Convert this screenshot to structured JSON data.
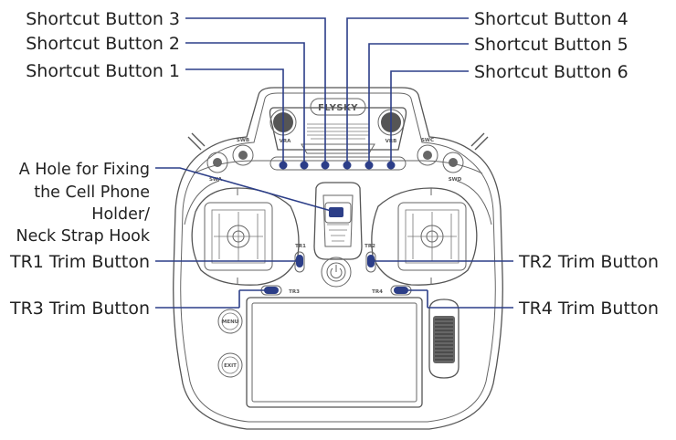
{
  "labels": {
    "sc3": "Shortcut Button 3",
    "sc2": "Shortcut Button 2",
    "sc1": "Shortcut Button 1",
    "sc4": "Shortcut Button 4",
    "sc5": "Shortcut Button 5",
    "sc6": "Shortcut Button 6",
    "hole_line1": "A Hole for Fixing",
    "hole_line2": "the Cell Phone",
    "hole_line3": "Holder/",
    "hole_line4": "Neck Strap Hook",
    "tr1": "TR1 Trim Button",
    "tr2": "TR2 Trim Button",
    "tr3": "TR3 Trim Button",
    "tr4": "TR4 Trim Button"
  },
  "device_marks": {
    "logo": "FLYSKY",
    "vra": "VRA",
    "vrb": "VRB",
    "swa": "SWA",
    "swb": "SWB",
    "swc": "SWC",
    "swd": "SWD",
    "tr1": "TR1",
    "tr2": "TR2",
    "tr3": "TR3",
    "tr4": "TR4",
    "menu": "MENU",
    "exit": "EXIT"
  },
  "colors": {
    "callout": "#2c3e88",
    "outline": "#555555"
  }
}
